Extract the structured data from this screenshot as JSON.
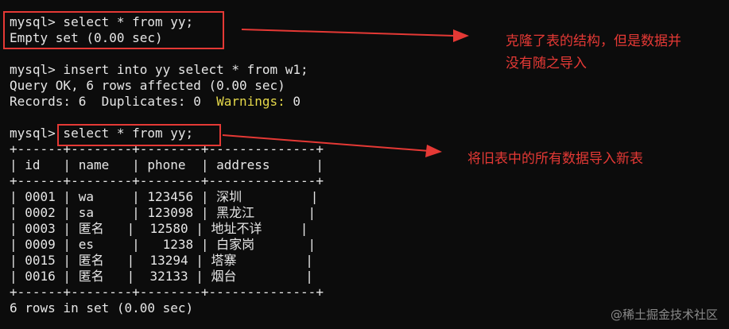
{
  "terminal": {
    "lines": {
      "l1": "mysql> select * from yy;",
      "l2": "Empty set (0.00 sec)",
      "l3": "mysql> insert into yy select * from w1;",
      "l4": "Query OK, 6 rows affected (0.00 sec)",
      "l5a": "Records: 6  Duplicates: 0  ",
      "l5b": "Warnings:",
      "l5c": " 0",
      "l6": "mysql> select * from yy;",
      "sep1": "+------+--------+--------+--------------+",
      "header": "| id   | name   | phone  | address      |",
      "sep2": "+------+--------+--------+--------------+",
      "sep3": "+------+--------+--------+--------------+",
      "footer": "6 rows in set (0.00 sec)"
    },
    "rows": [
      "| 0001 | wa     | 123456 | 深圳         |",
      "| 0002 | sa     | 123098 | 黑龙江       |",
      "| 0003 | 匿名   |  12580 | 地址不详     |",
      "| 0009 | es     |   1238 | 白家岗       |",
      "| 0015 | 匿名   |  13294 | 塔寨         |",
      "| 0016 | 匿名   |  32133 | 烟台         |"
    ],
    "colors": {
      "background": "#0c0c0c",
      "text": "#e6e6e6",
      "warning": "#e5d84a",
      "highlight": "#e53935"
    }
  },
  "annotations": {
    "first_line1": "克隆了表的结构，但是数据并",
    "first_line2": "没有随之导入",
    "second": "将旧表中的所有数据导入新表"
  },
  "watermark": "@稀土掘金技术社区"
}
